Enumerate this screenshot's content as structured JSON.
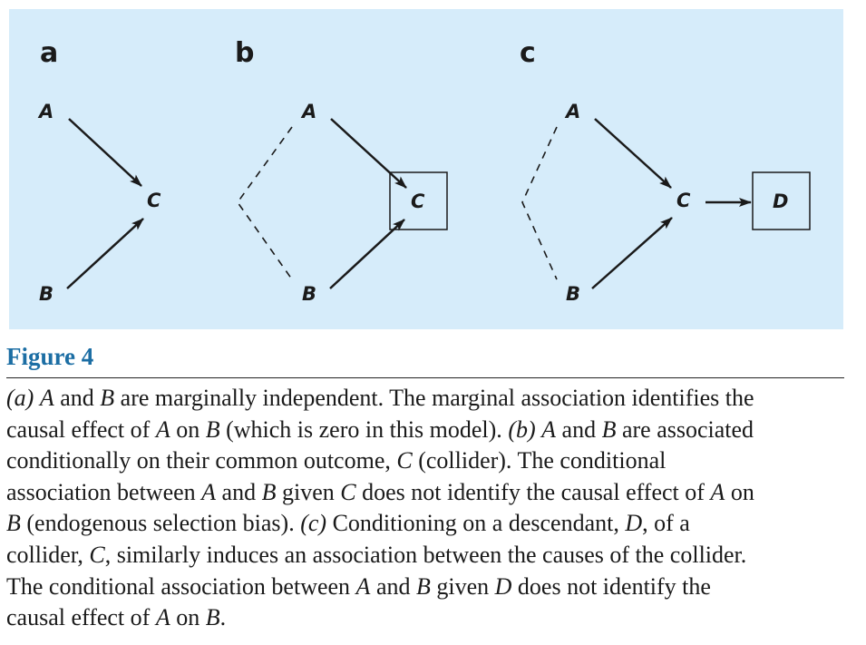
{
  "figure": {
    "label": "Figure 4",
    "panels": [
      {
        "letter": "a",
        "nodes": {
          "A": "A",
          "B": "B",
          "C": "C"
        }
      },
      {
        "letter": "b",
        "nodes": {
          "A": "A",
          "B": "B",
          "C": "C"
        }
      },
      {
        "letter": "c",
        "nodes": {
          "A": "A",
          "B": "B",
          "C": "C",
          "D": "D"
        }
      }
    ]
  },
  "caption": {
    "lines": [
      [
        {
          "t": "(a)",
          "i": true
        },
        {
          "t": " "
        },
        {
          "t": "A",
          "i": true
        },
        {
          "t": " and "
        },
        {
          "t": "B",
          "i": true
        },
        {
          "t": " are marginally independent. The marginal association identifies the"
        }
      ],
      [
        {
          "t": "causal effect of "
        },
        {
          "t": "A",
          "i": true
        },
        {
          "t": " on "
        },
        {
          "t": "B",
          "i": true
        },
        {
          "t": " (which is zero in this model). "
        },
        {
          "t": "(b)",
          "i": true
        },
        {
          "t": " "
        },
        {
          "t": "A",
          "i": true
        },
        {
          "t": " and "
        },
        {
          "t": "B",
          "i": true
        },
        {
          "t": " are associated"
        }
      ],
      [
        {
          "t": "conditionally on their common outcome, "
        },
        {
          "t": "C",
          "i": true
        },
        {
          "t": " (collider). The conditional"
        }
      ],
      [
        {
          "t": "association between "
        },
        {
          "t": "A",
          "i": true
        },
        {
          "t": " and "
        },
        {
          "t": "B",
          "i": true
        },
        {
          "t": " given "
        },
        {
          "t": "C",
          "i": true
        },
        {
          "t": " does not identify the causal effect of "
        },
        {
          "t": "A",
          "i": true
        },
        {
          "t": " on"
        }
      ],
      [
        {
          "t": "B",
          "i": true
        },
        {
          "t": " (endogenous selection bias). "
        },
        {
          "t": "(c)",
          "i": true
        },
        {
          "t": " Conditioning on a descendant, "
        },
        {
          "t": "D",
          "i": true
        },
        {
          "t": ", of a"
        }
      ],
      [
        {
          "t": "collider, "
        },
        {
          "t": "C",
          "i": true
        },
        {
          "t": ", similarly induces an association between the causes of the collider."
        }
      ],
      [
        {
          "t": "The conditional association between "
        },
        {
          "t": "A",
          "i": true
        },
        {
          "t": " and "
        },
        {
          "t": "B",
          "i": true
        },
        {
          "t": " given "
        },
        {
          "t": "D",
          "i": true
        },
        {
          "t": " does not identify the"
        }
      ],
      [
        {
          "t": "causal effect of "
        },
        {
          "t": "A",
          "i": true
        },
        {
          "t": " on "
        },
        {
          "t": "B",
          "i": true
        },
        {
          "t": "."
        }
      ]
    ]
  }
}
